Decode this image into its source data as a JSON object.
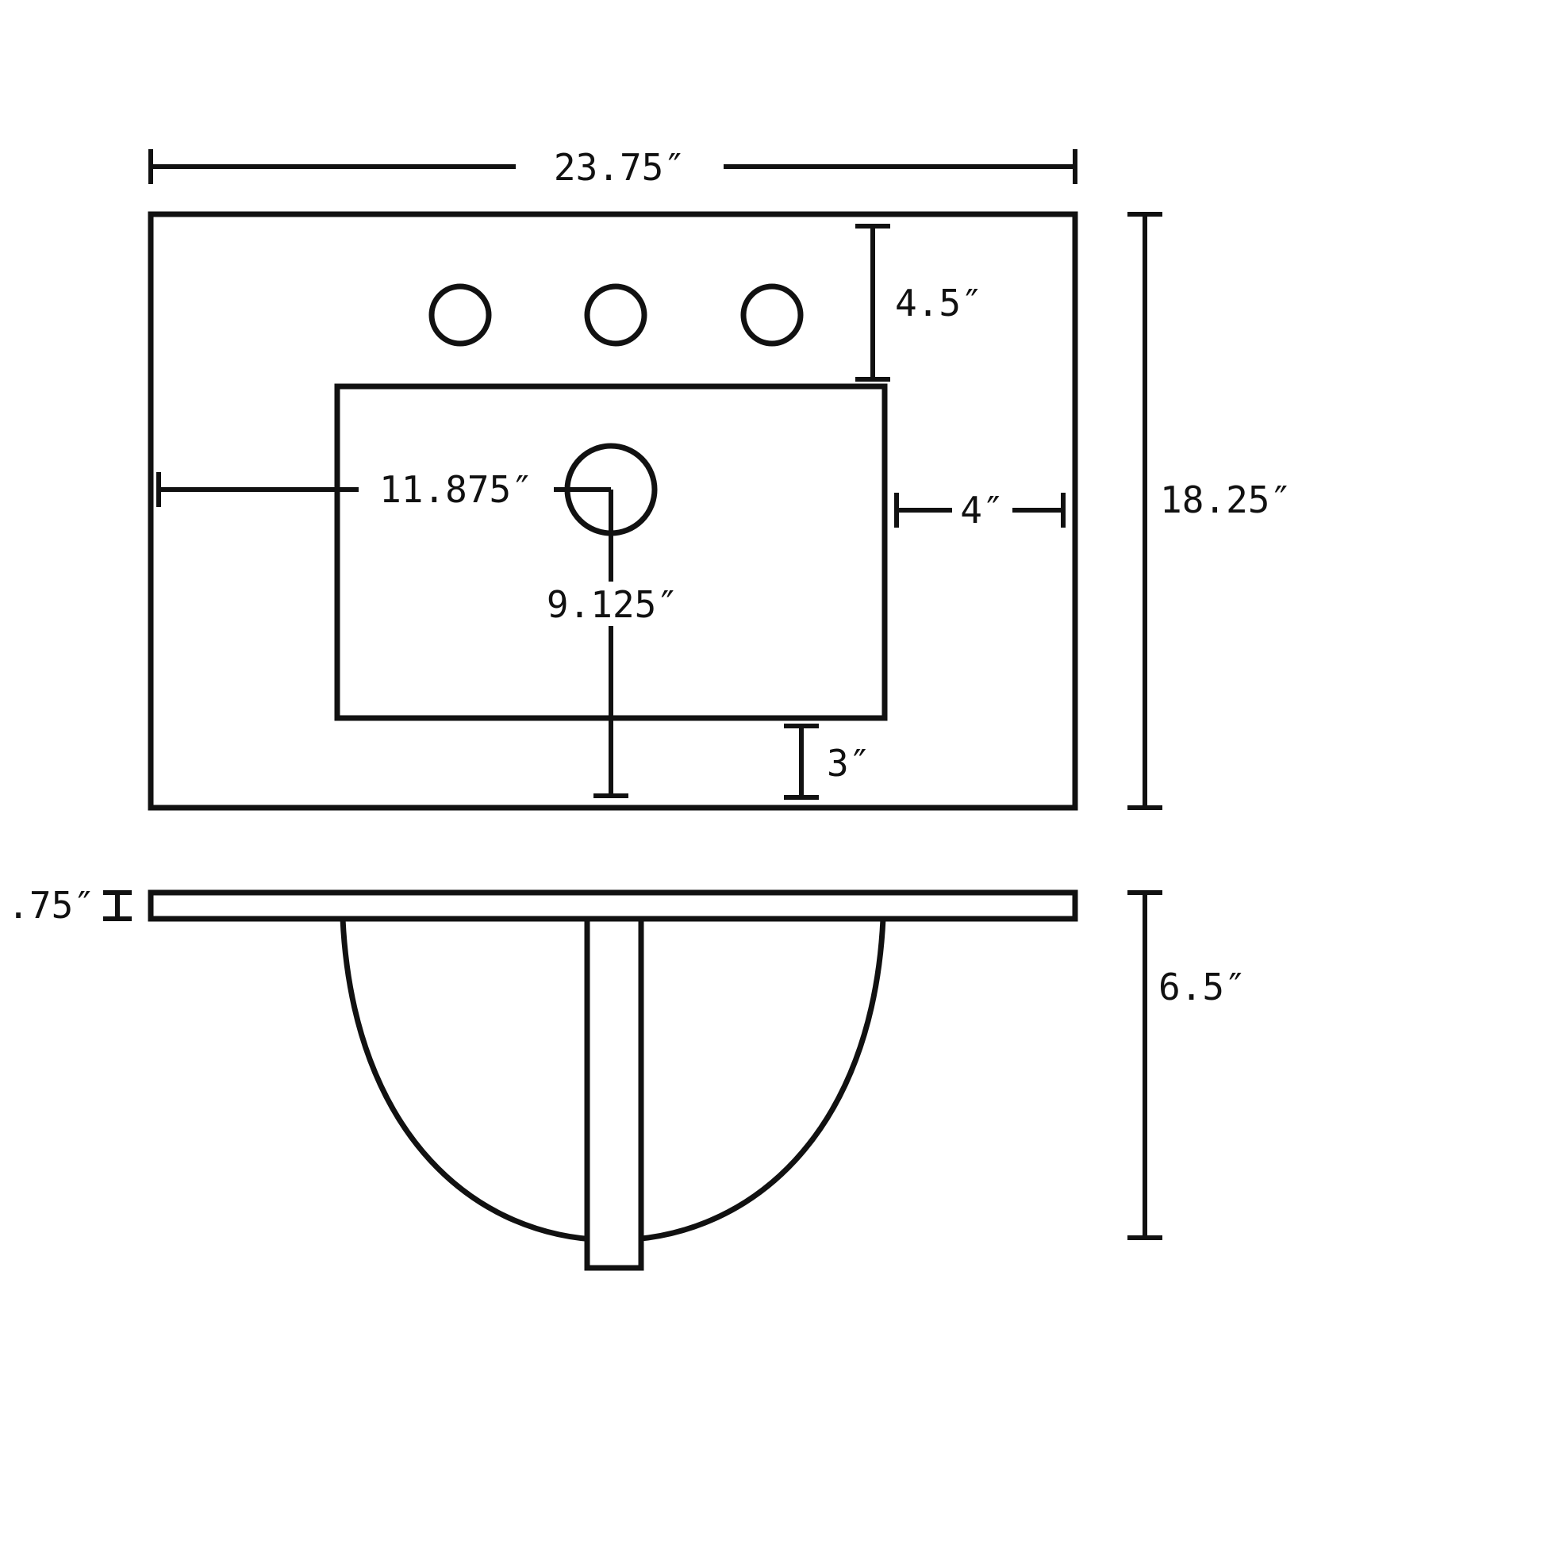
{
  "diagram": {
    "type": "technical-dimension-drawing",
    "subject": "rectangular drop-in sink top with three faucet holes, basin and drain (plan view and side section view)",
    "line_color": "#111111",
    "background_color": "#ffffff",
    "labels": {
      "overall_width": "23.75″",
      "overall_depth": "18.25″",
      "faucet_hole_offset": "4.5″",
      "drain_from_left": "11.875″",
      "drain_from_top": "9.125″",
      "basin_to_right_edge": "4″",
      "basin_to_bottom_edge": "3″",
      "slab_thickness": ".75″",
      "bowl_depth": "6.5″"
    }
  }
}
